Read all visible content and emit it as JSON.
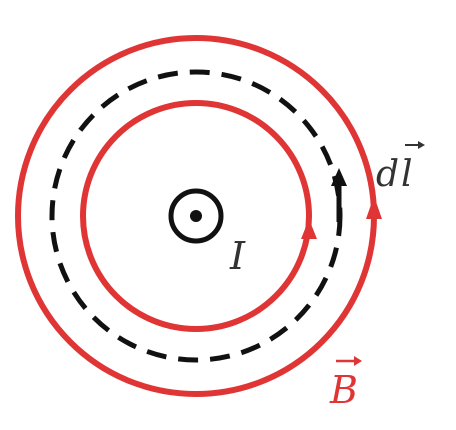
{
  "diagram": {
    "current_symbol": "I",
    "line_element": {
      "base": "d",
      "vector": "l"
    },
    "field": {
      "symbol": "B"
    },
    "colors": {
      "field_lines": "#e03535",
      "amperian_loop": "#111111",
      "current_wire": "#111111",
      "text": "#333333"
    },
    "icons": {
      "current": "out-of-page-dot-icon",
      "field_arrow": "arrowhead-up-icon",
      "dl_vector": "arrow-up-icon"
    }
  }
}
